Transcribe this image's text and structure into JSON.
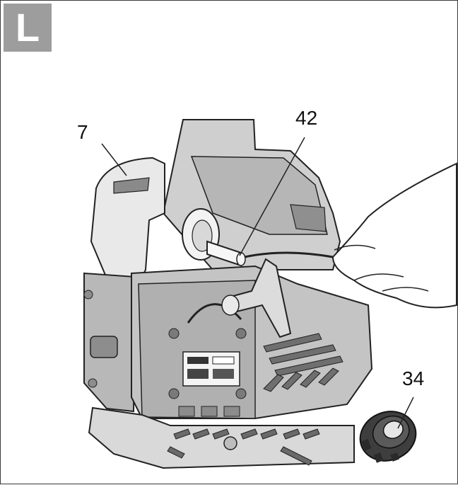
{
  "figure": {
    "panel_label": "L",
    "callouts": [
      {
        "id": "7"
      },
      {
        "id": "42"
      },
      {
        "id": "34"
      }
    ]
  },
  "colors": {
    "badge": "#9d9d9d",
    "housing_light": "#e9e9e9",
    "housing_mid": "#cfcfcf",
    "housing_dark": "#9a9a9a",
    "outline": "#222222",
    "cap": "#3e3e3e"
  }
}
